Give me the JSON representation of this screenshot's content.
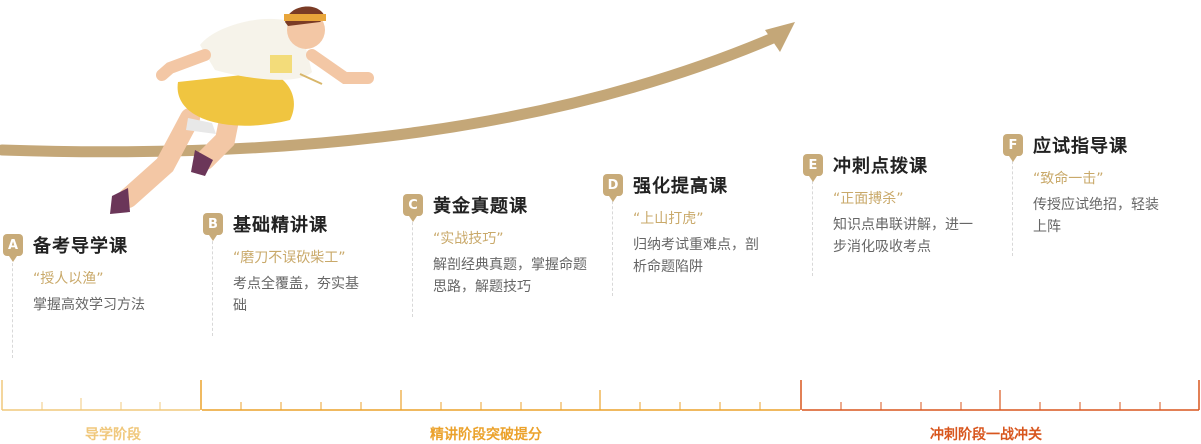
{
  "stages": [
    {
      "label": "导学阶段",
      "color": "#f0c87c"
    },
    {
      "label": "精讲阶段突破提分",
      "color": "#eba22c"
    },
    {
      "label": "冲刺阶段一战冲关",
      "color": "#d8561e"
    }
  ],
  "cards": [
    {
      "letter": "A",
      "title": "备考导学课",
      "quote": "“授人以渔”",
      "desc": "掌握高效学习方法"
    },
    {
      "letter": "B",
      "title": "基础精讲课",
      "quote": "“磨刀不误砍柴工”",
      "desc": "考点全覆盖，夯实基础"
    },
    {
      "letter": "C",
      "title": "黄金真题课",
      "quote": "“实战技巧”",
      "desc": "解剖经典真题，掌握命题思路，解题技巧"
    },
    {
      "letter": "D",
      "title": "强化提高课",
      "quote": "“上山打虎”",
      "desc": "归纳考试重难点，剖析命题陷阱"
    },
    {
      "letter": "E",
      "title": "冲刺点拨课",
      "quote": "“正面搏杀”",
      "desc": "知识点串联讲解，进一步消化吸收考点"
    },
    {
      "letter": "F",
      "title": "应试指导课",
      "quote": "“致命一击”",
      "desc": "传授应试绝招，轻装上阵"
    }
  ],
  "colors": {
    "arrow": "#c4a778",
    "badge": "#c8ab79"
  },
  "icons": {
    "runner": "running-student-illustration"
  }
}
